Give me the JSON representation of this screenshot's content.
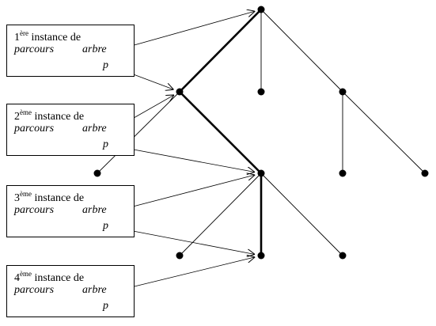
{
  "boxes": [
    {
      "num": "1",
      "sup": "ère",
      "title": " instance de",
      "var1": "parcours",
      "var2": "arbre",
      "var3": "p"
    },
    {
      "num": "2",
      "sup": "ème",
      "title": " instance de",
      "var1": "parcours",
      "var2": "arbre",
      "var3": "p"
    },
    {
      "num": "3",
      "sup": "ème",
      "title": " instance de",
      "var1": "parcours",
      "var2": "arbre",
      "var3": "p"
    },
    {
      "num": "4",
      "sup": "ème",
      "title": " instance de",
      "var1": "parcours",
      "var2": "arbre",
      "var3": "p"
    }
  ],
  "tree": {
    "nodes": [
      "root",
      "a",
      "b",
      "c",
      "a1",
      "a2",
      "c1",
      "c2",
      "a2x",
      "a2y",
      "a2z"
    ],
    "edges": [
      {
        "from": "root",
        "to": "a",
        "path": true
      },
      {
        "from": "root",
        "to": "b",
        "path": false
      },
      {
        "from": "root",
        "to": "c",
        "path": false
      },
      {
        "from": "a",
        "to": "a1",
        "path": false
      },
      {
        "from": "a",
        "to": "a2",
        "path": true
      },
      {
        "from": "c",
        "to": "c1",
        "path": false
      },
      {
        "from": "c",
        "to": "c2",
        "path": false
      },
      {
        "from": "a2",
        "to": "a2x",
        "path": false
      },
      {
        "from": "a2",
        "to": "a2y",
        "path": true
      },
      {
        "from": "a2",
        "to": "a2z",
        "path": false
      }
    ],
    "pointers": [
      {
        "box": 0,
        "field": "arbre",
        "target": "root"
      },
      {
        "box": 0,
        "field": "p",
        "target": "a"
      },
      {
        "box": 1,
        "field": "arbre",
        "target": "a"
      },
      {
        "box": 1,
        "field": "p",
        "target": "a2"
      },
      {
        "box": 2,
        "field": "arbre",
        "target": "a2"
      },
      {
        "box": 2,
        "field": "p",
        "target": "a2y"
      },
      {
        "box": 3,
        "field": "arbre",
        "target": "a2y"
      }
    ]
  }
}
